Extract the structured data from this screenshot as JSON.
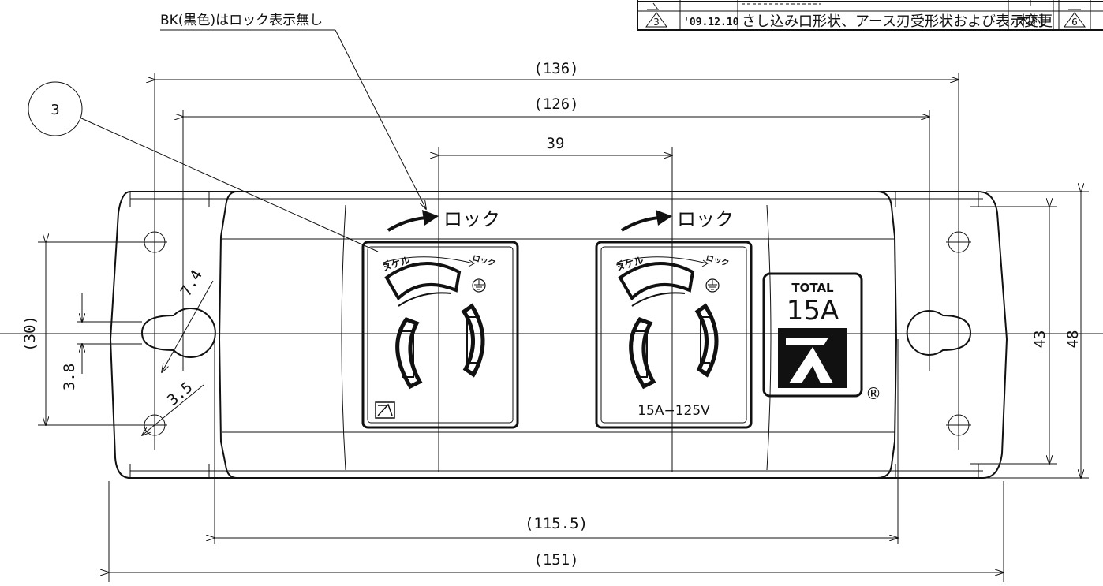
{
  "revision_table": {
    "rows": [
      {
        "mark": "3",
        "date": "'09.12.10",
        "description": "さし込み口形状、アース刃受形状および表示変更",
        "name": "木村",
        "mark_right": "6"
      }
    ]
  },
  "callouts": {
    "note": "BK(黒色)はロック表示無し",
    "balloon": "3"
  },
  "dimensions": {
    "overall_width": "(151)",
    "mount_width": "(136)",
    "inner_width": "(126)",
    "body_width": "(115.5)",
    "outlet_pitch": "39",
    "height_outer": "48",
    "height_inner": "43",
    "hole_spacing": "(30)",
    "keyhole_dia": "7.4",
    "slot_width": "3.8",
    "hole_dia": "3.5"
  },
  "outlets": {
    "lock_label": "ロック",
    "dial_left": "ヌケル",
    "dial_right": "ロック",
    "rating": "15A−125V"
  },
  "badge": {
    "top": "TOTAL",
    "rating": "15A",
    "registered": "®"
  }
}
